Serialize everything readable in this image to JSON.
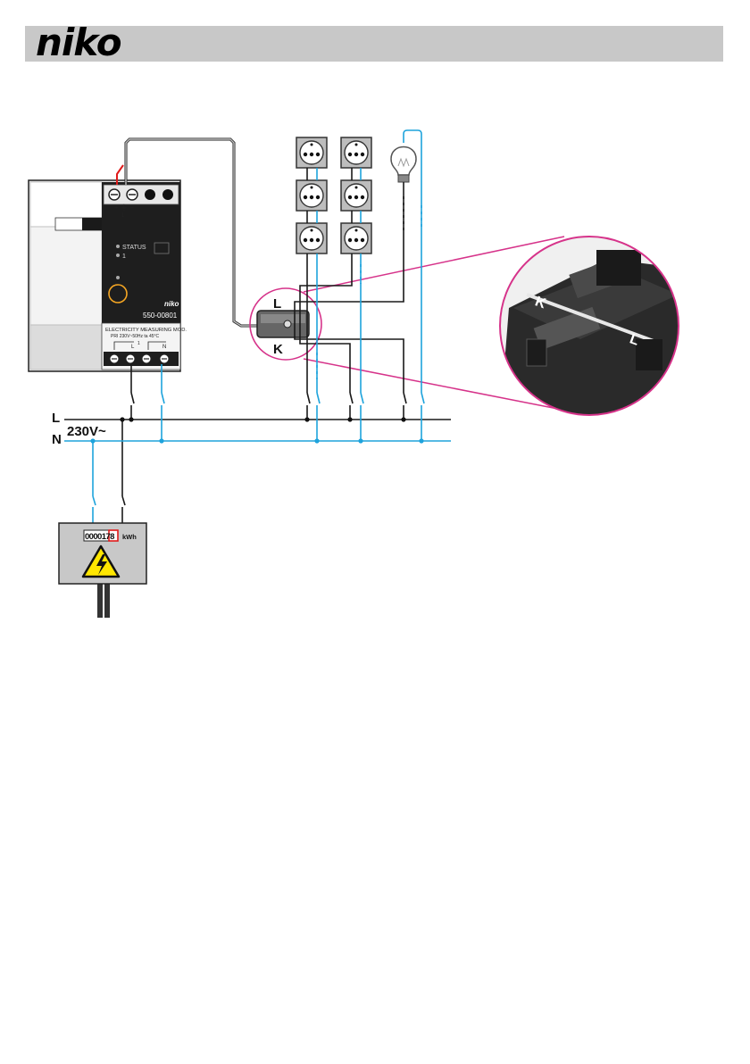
{
  "header": {
    "brand": "niko"
  },
  "module": {
    "brand": "niko",
    "model": "550-00801",
    "title": "ELECTRICITY MEASURING MOD.",
    "rating": "PRI 230V~50Hz  ta 45°C",
    "status_label": "STATUS",
    "channel_label": "1",
    "terminal_top_labels": "+   ⏚   −",
    "terminal_top_sub": "1",
    "terminal_bottom_L": "L",
    "terminal_bottom_N": "N",
    "terminal_bottom_mid": "1"
  },
  "clamp": {
    "label_L": "L",
    "label_K": "K"
  },
  "zoom": {
    "label_K": "K",
    "label_L": "L"
  },
  "mains": {
    "line_label": "L",
    "neutral_label": "N",
    "voltage_label": "230V~"
  },
  "meter": {
    "digits": "0000178",
    "unit": "kWh"
  },
  "colors": {
    "live_wire": "#1a1a1a",
    "neutral_wire": "#1ea3dc",
    "zoom_outline": "#d6338a",
    "module_panel": "#e8e8e8",
    "header_bar": "#c8c8c8",
    "warning_yellow": "#ffe600"
  }
}
